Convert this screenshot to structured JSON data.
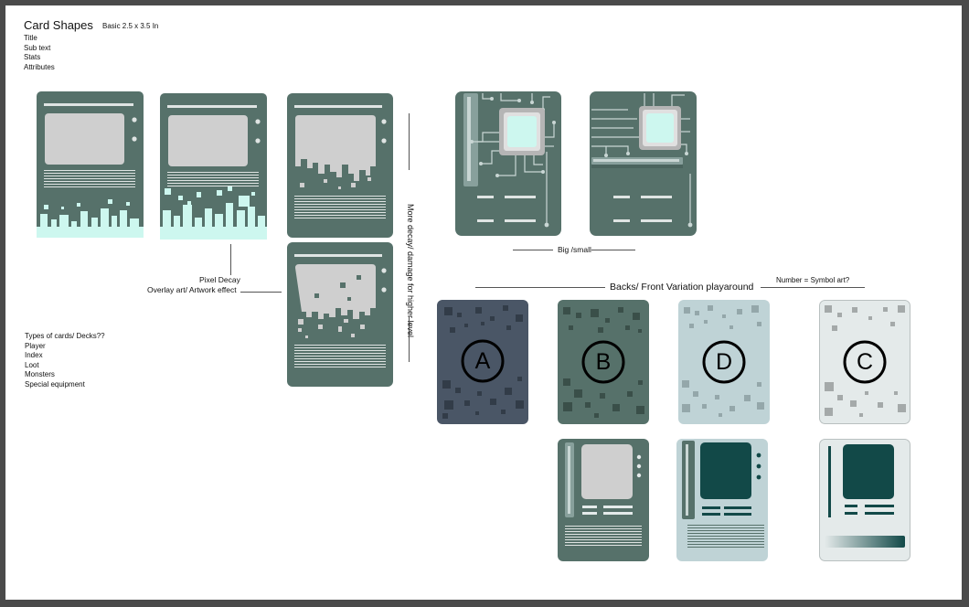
{
  "title": "Card Shapes",
  "size_note": "Basic 2.5 x 3.5 In",
  "fields": [
    "Title",
    "Sub text",
    "Stats",
    "Attributes"
  ],
  "annotations": {
    "pixel_decay": "Pixel Decay",
    "overlay": "Overlay art/ Artwork effect",
    "more_decay": "More decay/ damage for higher level",
    "big_small": "Big /small",
    "backs_front": "Backs/ Front Variation playaround",
    "symbol_art": "Number = Symbol art?"
  },
  "types_heading": "Types of cards/ Decks??",
  "types": [
    "Player",
    "Index",
    "Loot",
    "Monsters",
    "Special equipment"
  ],
  "back_letters": [
    "A",
    "B",
    "D",
    "C"
  ],
  "colors": {
    "card_green": "#56716a",
    "card_slate": "#4a5666",
    "card_pale": "#bfd3d6",
    "card_white": "#e4eaea",
    "screen_gray": "#cfcfcf",
    "decay_mint": "#cdf7ef",
    "deep_teal": "#124948"
  }
}
